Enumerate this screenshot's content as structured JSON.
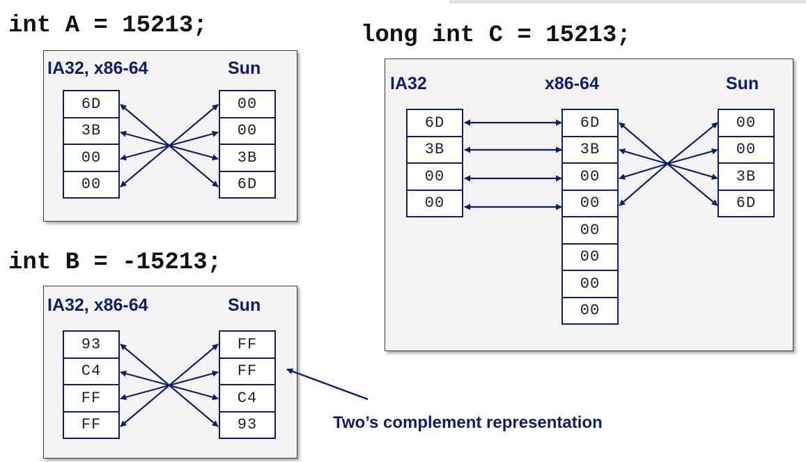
{
  "colors": {
    "navy": "#0d1f6b",
    "panel": "#f3f3f3"
  },
  "declarations": {
    "a": "int A = 15213;",
    "b": "int B = -15213;",
    "c": "long int C = 15213;"
  },
  "panel_a": {
    "left_header": "IA32, x86-64",
    "right_header": "Sun",
    "left_bytes": [
      "6D",
      "3B",
      "00",
      "00"
    ],
    "right_bytes": [
      "00",
      "00",
      "3B",
      "6D"
    ]
  },
  "panel_b": {
    "left_header": "IA32, x86-64",
    "right_header": "Sun",
    "left_bytes": [
      "93",
      "C4",
      "FF",
      "FF"
    ],
    "right_bytes": [
      "FF",
      "FF",
      "C4",
      "93"
    ]
  },
  "panel_c": {
    "left_header": "IA32",
    "mid_header": "x86-64",
    "right_header": "Sun",
    "left_bytes": [
      "6D",
      "3B",
      "00",
      "00"
    ],
    "mid_bytes": [
      "6D",
      "3B",
      "00",
      "00",
      "00",
      "00",
      "00",
      "00"
    ],
    "right_bytes": [
      "00",
      "00",
      "3B",
      "6D"
    ]
  },
  "annotation": "Two’s complement representation"
}
